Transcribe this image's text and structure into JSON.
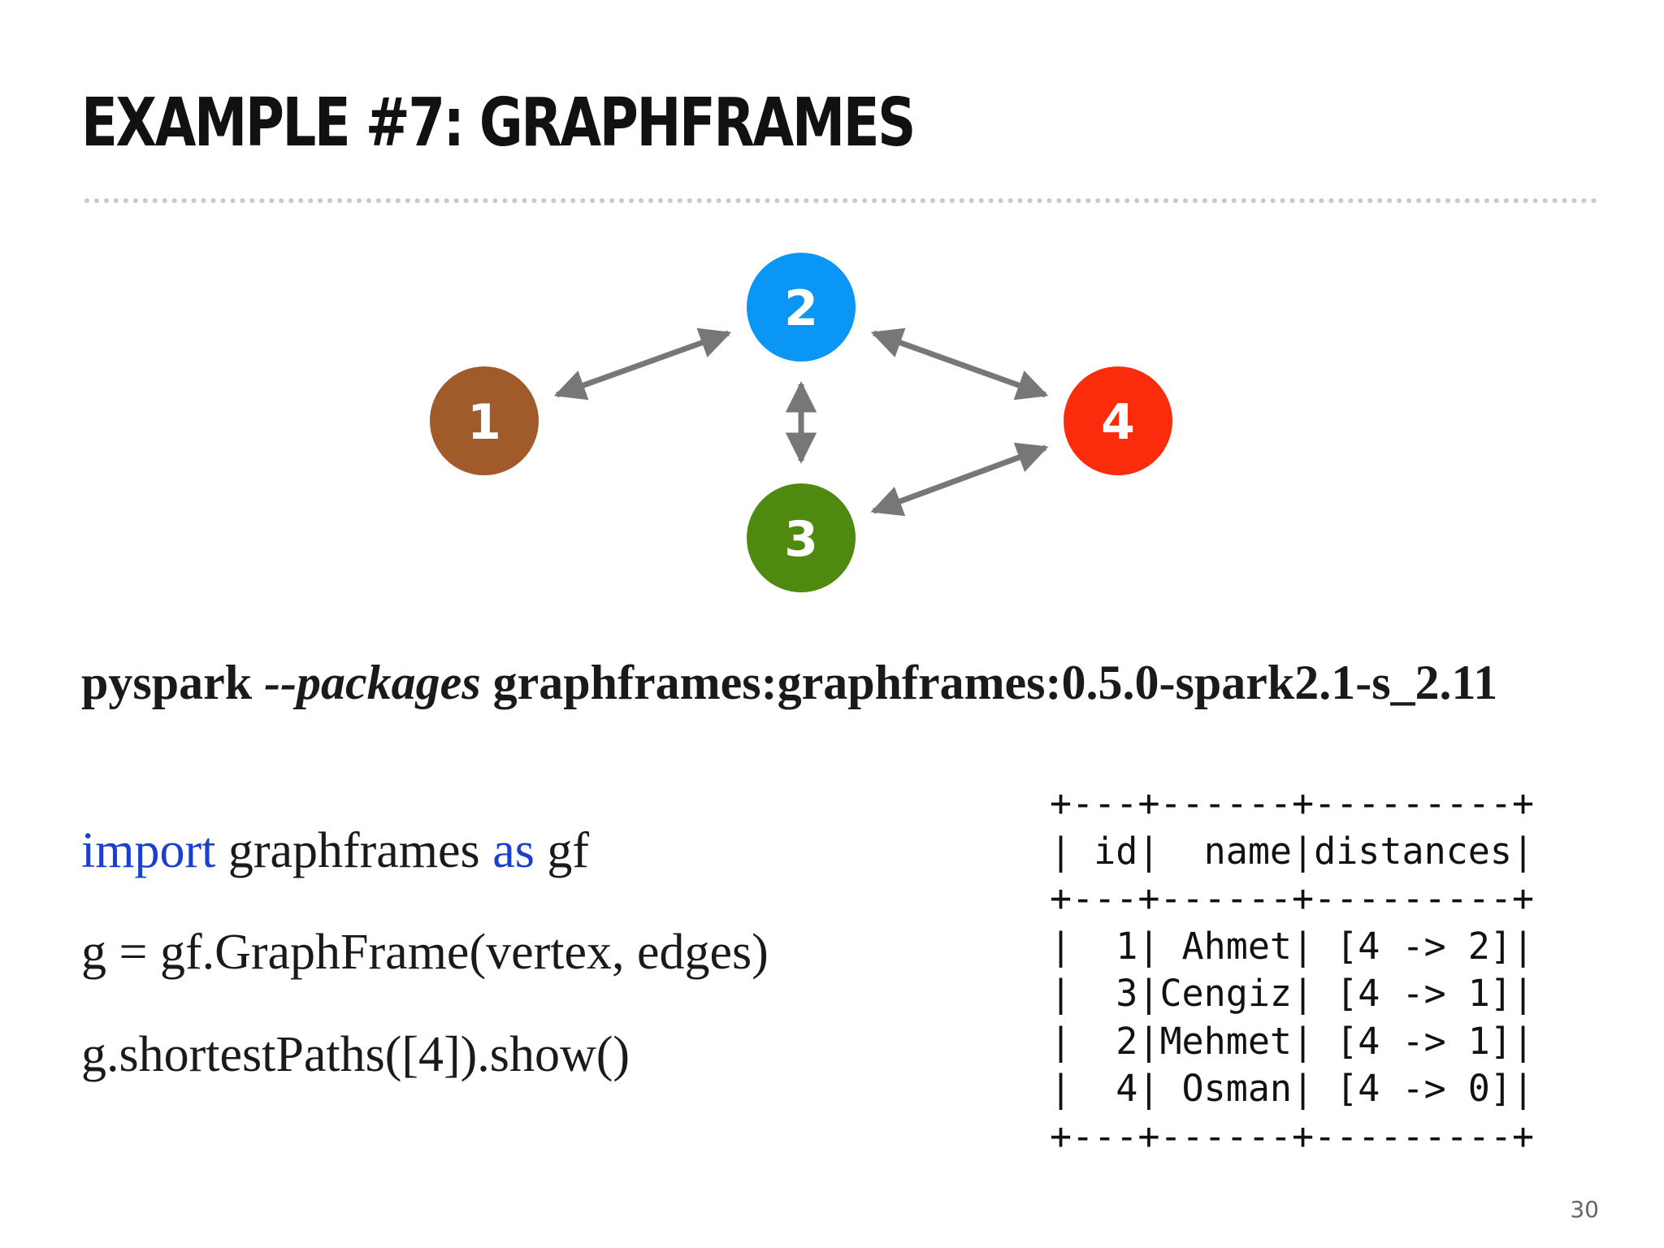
{
  "slide": {
    "title": "EXAMPLE #7: GRAPHFRAMES",
    "page_number": "30"
  },
  "graph": {
    "nodes": [
      {
        "id": "1",
        "label": "1",
        "color": "#a15a2a"
      },
      {
        "id": "2",
        "label": "2",
        "color": "#0a96f5"
      },
      {
        "id": "3",
        "label": "3",
        "color": "#4f8a10"
      },
      {
        "id": "4",
        "label": "4",
        "color": "#fb2c0b"
      }
    ],
    "edges": [
      {
        "from": "1",
        "to": "2",
        "bidirectional": true
      },
      {
        "from": "2",
        "to": "3",
        "bidirectional": true
      },
      {
        "from": "2",
        "to": "4",
        "bidirectional": true
      },
      {
        "from": "3",
        "to": "4",
        "bidirectional": true
      }
    ],
    "edge_color": "#777777"
  },
  "command": {
    "prefix": "pyspark ",
    "option": "--packages",
    "package": " graphframes:graphframes:0.5.0-spark2.1-s_2.11"
  },
  "code": {
    "import_kw": "import",
    "import_module": " graphframes ",
    "as_kw": "as",
    "alias": " gf",
    "line2": "g = gf.GraphFrame(vertex, edges)",
    "line3": "g.shortestPaths([4]).show()",
    "keyword_color": "#1a3fd1"
  },
  "output_table": {
    "text": "+---+------+---------+\n| id|  name|distances|\n+---+------+---------+\n|  1| Ahmet| [4 -> 2]|\n|  3|Cengiz| [4 -> 1]|\n|  2|Mehmet| [4 -> 1]|\n|  4| Osman| [4 -> 0]|\n+---+------+---------+"
  }
}
